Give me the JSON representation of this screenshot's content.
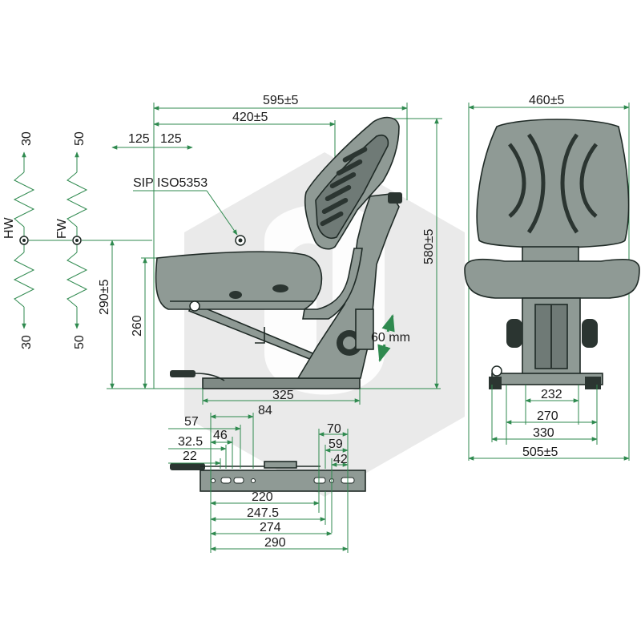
{
  "colors": {
    "dimension_line": "#2f8a4f",
    "seat_fill": "#8f9a95",
    "outline": "#1f2a26",
    "watermark": "#d4d4d4"
  },
  "icons": {
    "hw_marker": "circle-crosshair",
    "fw_marker": "circle-crosshair",
    "sip_marker": "circle-crosshair",
    "adjust_arrows": "double-arrow"
  },
  "side_view": {
    "overall_depth": "595±5",
    "backrest_depth": "420±5",
    "offset_left": "125",
    "offset_right": "125",
    "sip_label": "SIP ISO5353",
    "height_overall": "580±5",
    "height_seat": "290±5",
    "height_cushion": "260",
    "adjust_travel": "60 mm",
    "base_length": "325"
  },
  "suspension": {
    "hw_label": "HW",
    "hw_top": "30",
    "hw_bottom": "30",
    "fw_label": "FW",
    "fw_top": "50",
    "fw_bottom": "50"
  },
  "front_view": {
    "width_overall": "460±5",
    "rail_232": "232",
    "rail_270": "270",
    "rail_330": "330",
    "base_width": "505±5"
  },
  "rail_view": {
    "d57": "57",
    "d84": "84",
    "d46": "46",
    "d32_5": "32.5",
    "d22": "22",
    "d70": "70",
    "d59": "59",
    "d42": "42",
    "d220": "220",
    "d247_5": "247.5",
    "d274": "274",
    "d290": "290"
  }
}
